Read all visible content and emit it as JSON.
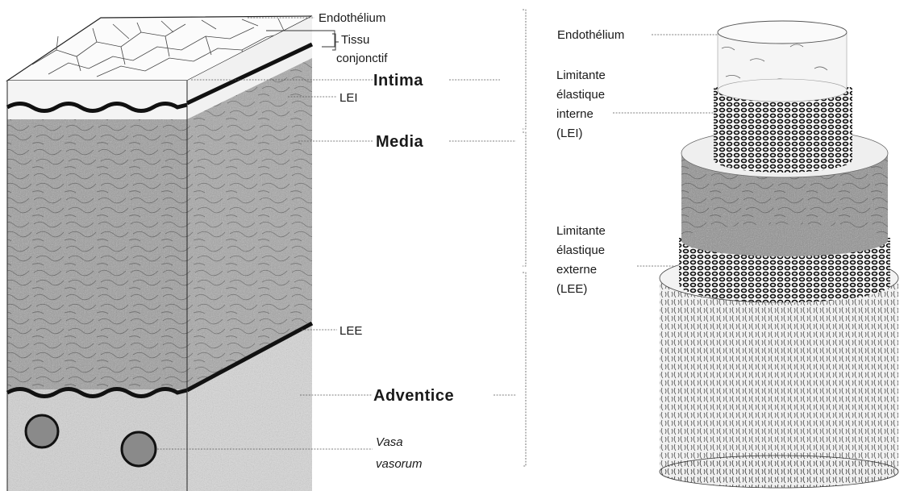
{
  "labels": {
    "endothelium": "Endothélium",
    "tissu": "Tissu",
    "conjonctif": "conjonctif",
    "intima": "Intima",
    "lei": "LEI",
    "media": "Media",
    "lee": "LEE",
    "adventice": "Adventice",
    "vasa": "Vasa",
    "vasorum": "vasorum",
    "endothelium_right": "Endothélium",
    "lei_full": [
      "Limitante",
      "élastique",
      "interne",
      "(LEI)"
    ],
    "lee_full": [
      "Limitante",
      "élastique",
      "externe",
      "(LEE)"
    ]
  },
  "colors": {
    "media": "#9c9c9c",
    "media_side": "#a8a8a8",
    "adventice": "#d2d2d2",
    "elastic": "#111111",
    "intima": "#f4f4f4"
  }
}
